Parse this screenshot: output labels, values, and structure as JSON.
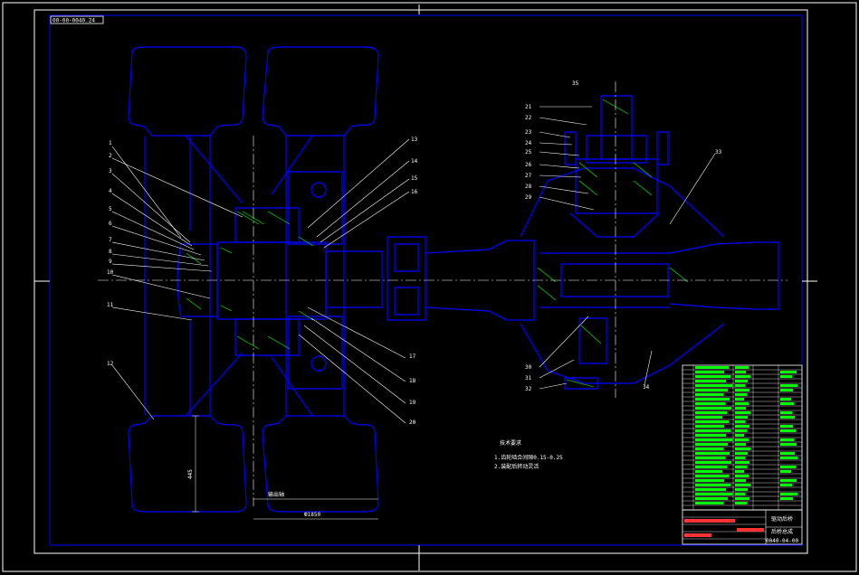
{
  "drawing_code_topleft": "00-00-0040.24",
  "drawing_code_bottom": "0040-04-00",
  "title_block": {
    "title_a": "驱动后桥",
    "title_b": "后桥总成"
  },
  "tech_notes": {
    "heading": "技术要求",
    "line1": "1.齿轮啮合间隙0.15-0.25",
    "line2": "2.装配后转动灵活"
  },
  "dimensions": {
    "tire_height": "445",
    "track": "Ф1850",
    "half": "输出轴"
  },
  "part_numbers_left": [
    "1",
    "2",
    "3",
    "4",
    "5",
    "6",
    "7",
    "8",
    "9",
    "10",
    "11",
    "12"
  ],
  "part_numbers_mid": [
    "13",
    "14",
    "15",
    "16",
    "17",
    "18",
    "19",
    "20"
  ],
  "part_numbers_right": [
    "21",
    "22",
    "23",
    "24",
    "25",
    "26",
    "27",
    "28",
    "29",
    "30",
    "31",
    "32",
    "33",
    "34",
    "35"
  ],
  "palette": {
    "outline": "#0000ff",
    "center": "#ffffff",
    "hatch": "#00ff00",
    "leader": "#ffffff",
    "frame": "#ffffff",
    "table_red": "#ff3333",
    "table_text": "#00ff00"
  }
}
